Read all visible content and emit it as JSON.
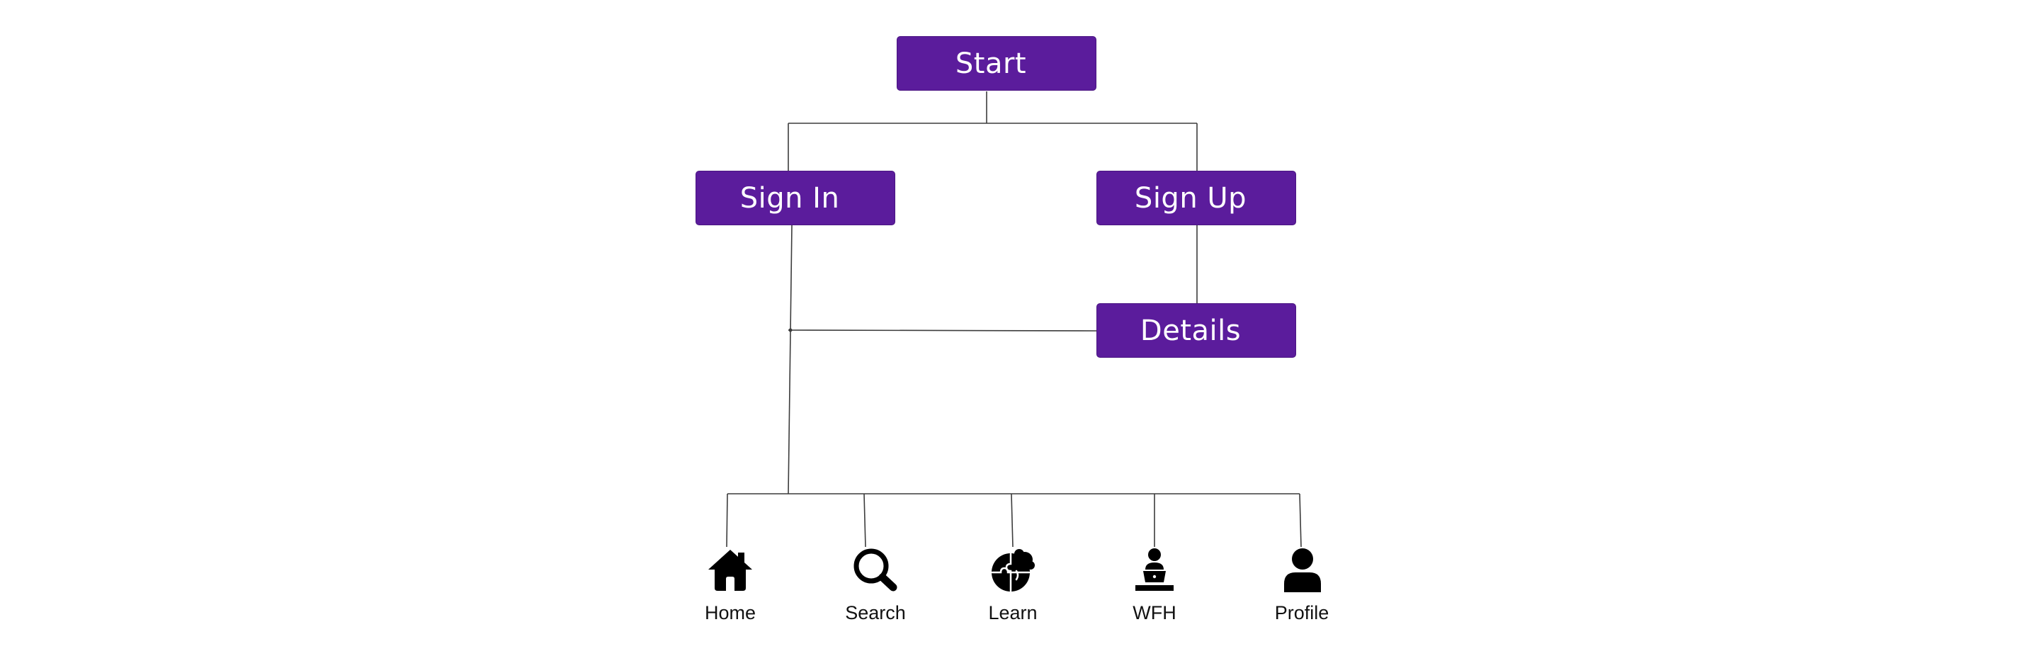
{
  "diagram": {
    "nodes": {
      "start": "Start",
      "sign_in": "Sign In",
      "sign_up": "Sign Up",
      "details": "Details"
    },
    "nav_items": [
      {
        "label": "Home",
        "icon": "home-icon"
      },
      {
        "label": "Search",
        "icon": "search-icon"
      },
      {
        "label": "Learn",
        "icon": "puzzle-globe-icon"
      },
      {
        "label": "WFH",
        "icon": "work-from-home-icon"
      },
      {
        "label": "Profile",
        "icon": "profile-icon"
      }
    ],
    "colors": {
      "node_fill": "#5b1c9c",
      "node_text": "#ffffff",
      "connector": "#3c3c3c",
      "icon": "#000000"
    }
  }
}
